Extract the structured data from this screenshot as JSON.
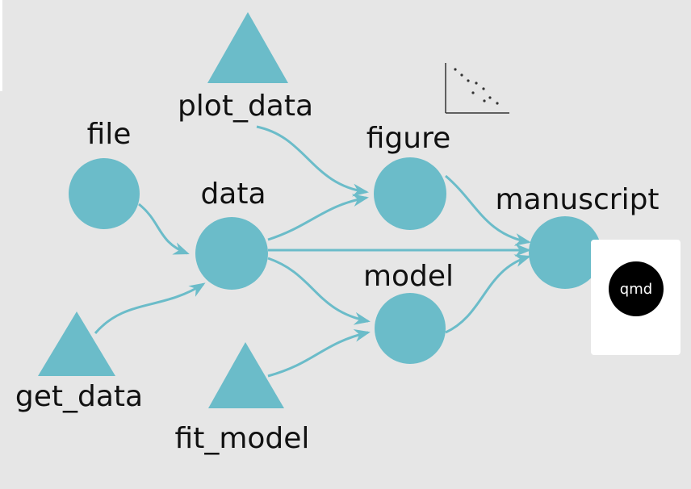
{
  "colors": {
    "node": "#6bbcc9",
    "edge": "#6bbcc9",
    "background": "#e6e6e6",
    "text": "#111111"
  },
  "nodes": {
    "file": "file",
    "data": "data",
    "get_data": "get_data",
    "plot_data": "plot_data",
    "figure": "figure",
    "fit_model": "fit_model",
    "model": "model",
    "manuscript": "manuscript"
  },
  "edges": [
    {
      "from": "file",
      "to": "data"
    },
    {
      "from": "get_data",
      "to": "data"
    },
    {
      "from": "plot_data",
      "to": "figure"
    },
    {
      "from": "data",
      "to": "figure"
    },
    {
      "from": "data",
      "to": "manuscript"
    },
    {
      "from": "data",
      "to": "model"
    },
    {
      "from": "fit_model",
      "to": "model"
    },
    {
      "from": "figure",
      "to": "manuscript"
    },
    {
      "from": "model",
      "to": "manuscript"
    }
  ],
  "qmd_badge": "qmd",
  "icons": {
    "plot_thumbnail": "scatter-plot-icon",
    "file_badge": "qmd-file-icon"
  }
}
